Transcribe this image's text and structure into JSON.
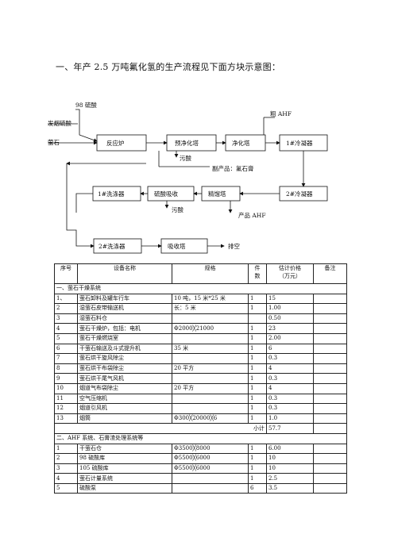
{
  "heading": "一、年产 2.5 万吨氟化氢的生产流程见下面方块示意图：",
  "flow": {
    "inputs": {
      "acid98": "98 硫酸",
      "oleum": "发烟硫酸",
      "fluorite": "萤石"
    },
    "boxes": {
      "reactor": "反应炉",
      "prepurifier": "预净化塔",
      "purifier": "净化塔",
      "condenser1": "1#冷凝器",
      "washer1": "1#洗涤器",
      "acid_absorb": "硫酸吸收",
      "distill": "精馏塔",
      "condenser2": "2#冷凝器",
      "washer2": "2#洗涤器",
      "absorber": "吸收塔"
    },
    "labels": {
      "crude_ahf": "粗 AHF",
      "waste_acid1": "污酸",
      "byproduct": "副产品：氟石膏",
      "waste_acid2": "污酸",
      "product": "产品 AHF",
      "vent": "排空"
    }
  },
  "table": {
    "headers": [
      "序号",
      "设备名称",
      "规格",
      "件数",
      "估计价格（万元）",
      "备注"
    ],
    "sections": [
      {
        "title": "一、萤石干燥系统",
        "rows": [
          [
            "1、",
            "萤石卸料及罐车行车",
            "10 吨，15 米*25 米",
            "1",
            "15",
            ""
          ],
          [
            "2",
            "湿萤石皮带输送机",
            "长：5 米",
            "1",
            "1.00",
            ""
          ],
          [
            "3",
            "湿萤石料仓",
            "",
            "",
            "0.50",
            ""
          ],
          [
            "4",
            "萤石干燥炉，包括：电机",
            "Φ2000╳21000",
            "1",
            "23",
            ""
          ],
          [
            "5",
            "萤石干燥燃烧室",
            "",
            "1",
            "2.00",
            ""
          ],
          [
            "6",
            "干萤石输送及斗式提升机",
            "35 米",
            "1",
            "6",
            ""
          ],
          [
            "7",
            "萤石烘干旋风除尘",
            "",
            "1",
            "0.3",
            ""
          ],
          [
            "8",
            "萤石烘干布袋除尘",
            "20 平方",
            "1",
            "4",
            ""
          ],
          [
            "9",
            "萤石烘干尾气风机",
            "",
            "1",
            "0.3",
            ""
          ],
          [
            "10",
            "烟道气布袋除尘",
            "20 平方",
            "1",
            "4",
            ""
          ],
          [
            "11",
            "空气压缩机",
            "",
            "1",
            "0.3",
            ""
          ],
          [
            "12",
            "烟道引风机",
            "",
            "1",
            "0.3",
            ""
          ],
          [
            "13",
            "烟筒",
            "Φ300╳20000╳6",
            "1",
            "1.0",
            ""
          ]
        ],
        "subtotal_label": "小计",
        "subtotal": "57.7"
      },
      {
        "title": "二、AHF 系统、石膏渣处理系统等",
        "rows": [
          [
            "1",
            "干萤石仓",
            "Φ3500╳8000",
            "1",
            "6.00",
            ""
          ],
          [
            "2",
            "98 硫酸库",
            "Φ5500╳6000",
            "1",
            "10",
            ""
          ],
          [
            "3",
            "105 硫酸库",
            "Φ5500╳6000",
            "1",
            "10",
            ""
          ],
          [
            "4",
            "萤石计量系统",
            "",
            "1",
            "2.5",
            ""
          ],
          [
            "5",
            "硫酸泵",
            "",
            "6",
            "3.5",
            ""
          ]
        ]
      }
    ]
  }
}
